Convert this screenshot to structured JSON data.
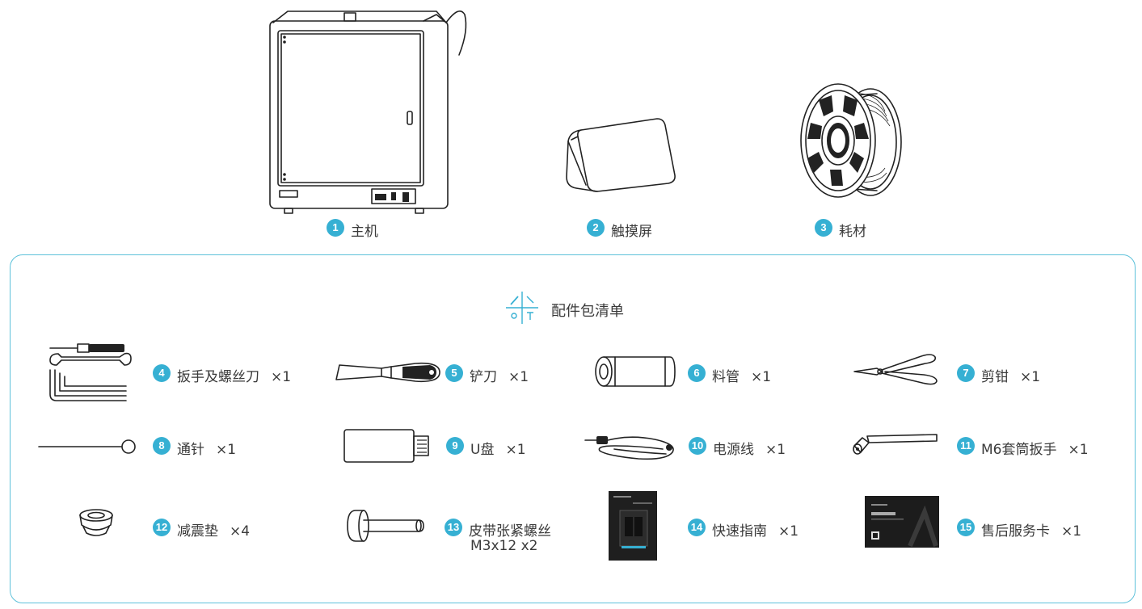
{
  "top": [
    {
      "num": "1",
      "label": "主机",
      "icon": "printer-icon"
    },
    {
      "num": "2",
      "label": "触摸屏",
      "icon": "touchscreen-icon"
    },
    {
      "num": "3",
      "label": "耗材",
      "icon": "filament-spool-icon"
    }
  ],
  "panel": {
    "title": "配件包清单",
    "icon": "tools-icon",
    "border_color": "#5dc1da",
    "badge_color": "#36b0d3"
  },
  "items": [
    {
      "num": "4",
      "label": "扳手及螺丝刀",
      "qty": "×1",
      "icon": "wrench-screwdriver-icon"
    },
    {
      "num": "5",
      "label": "铲刀",
      "qty": "×1",
      "icon": "scraper-icon"
    },
    {
      "num": "6",
      "label": "料管",
      "qty": "×1",
      "icon": "filament-tube-icon"
    },
    {
      "num": "7",
      "label": "剪钳",
      "qty": "×1",
      "icon": "pliers-icon"
    },
    {
      "num": "8",
      "label": "通针",
      "qty": "×1",
      "icon": "needle-icon"
    },
    {
      "num": "9",
      "label": "U盘",
      "qty": "×1",
      "icon": "usb-drive-icon"
    },
    {
      "num": "10",
      "label": "电源线",
      "qty": "×1",
      "icon": "power-cable-icon"
    },
    {
      "num": "11",
      "label": "M6套筒扳手",
      "qty": "×1",
      "icon": "socket-wrench-icon"
    },
    {
      "num": "12",
      "label": "减震垫",
      "qty": "×4",
      "icon": "damping-pad-icon"
    },
    {
      "num": "13",
      "label": "皮带张紧螺丝",
      "label2": "M3x12 x2",
      "icon": "belt-tension-screw-icon"
    },
    {
      "num": "14",
      "label": "快速指南",
      "qty": "×1",
      "icon": "quick-guide-icon"
    },
    {
      "num": "15",
      "label": "售后服务卡",
      "qty": "×1",
      "icon": "service-card-icon"
    }
  ]
}
